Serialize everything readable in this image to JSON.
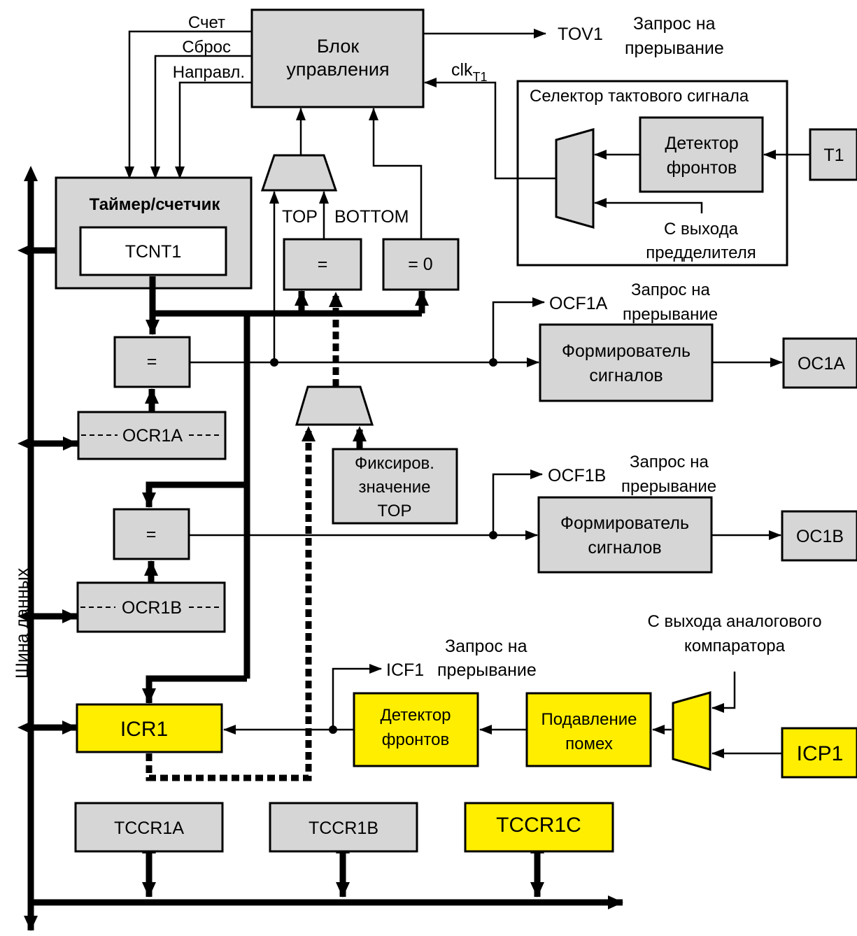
{
  "control_block": {
    "line1": "Блок",
    "line2": "управления"
  },
  "control_inputs": {
    "count": "Счет",
    "reset": "Сброс",
    "direction": "Направл."
  },
  "tov1": {
    "signal": "TOV1",
    "req1": "Запрос на",
    "req2": "прерывание"
  },
  "clk": {
    "main": "clk",
    "sub": "T1"
  },
  "clock_selector": {
    "title": "Селектор тактового сигнала",
    "edge_detector": {
      "line1": "Детектор",
      "line2": "фронтов"
    },
    "prescaler": {
      "line1": "С выхода",
      "line2": "предделителя"
    },
    "t1": "T1"
  },
  "timer": {
    "title": "Таймер/счетчик",
    "register": "TCNT1"
  },
  "top_bottom": {
    "top": "TOP",
    "bottom": "BOTTOM"
  },
  "compare": {
    "eq": "=",
    "eq0": "= 0"
  },
  "channel_a": {
    "register": "OCR1A",
    "flag": "OCF1A",
    "req1": "Запрос на",
    "req2": "прерывание",
    "gen1": "Формирователь",
    "gen2": "сигналов",
    "output": "OC1A"
  },
  "channel_b": {
    "register": "OCR1B",
    "flag": "OCF1B",
    "req1": "Запрос на",
    "req2": "прерывание",
    "gen1": "Формирователь",
    "gen2": "сигналов",
    "output": "OC1B"
  },
  "fixed_top": {
    "line1": "Фиксиров.",
    "line2": "значение",
    "line3": "TOP"
  },
  "capture": {
    "register": "ICR1",
    "flag": "ICF1",
    "req1": "Запрос на",
    "req2": "прерывание",
    "edge1": "Детектор",
    "edge2": "фронтов",
    "noise1": "Подавление",
    "noise2": "помех",
    "comparator1": "С выхода аналогового",
    "comparator2": "компаратора",
    "input": "ICP1"
  },
  "control_registers": {
    "a": "TCCR1A",
    "b": "TCCR1B",
    "c": "TCCR1C"
  },
  "data_bus": "Шина данных",
  "colors": {
    "gray_box": "#d6d6d6",
    "yellow_box": "#ffee00",
    "line": "#000000"
  }
}
